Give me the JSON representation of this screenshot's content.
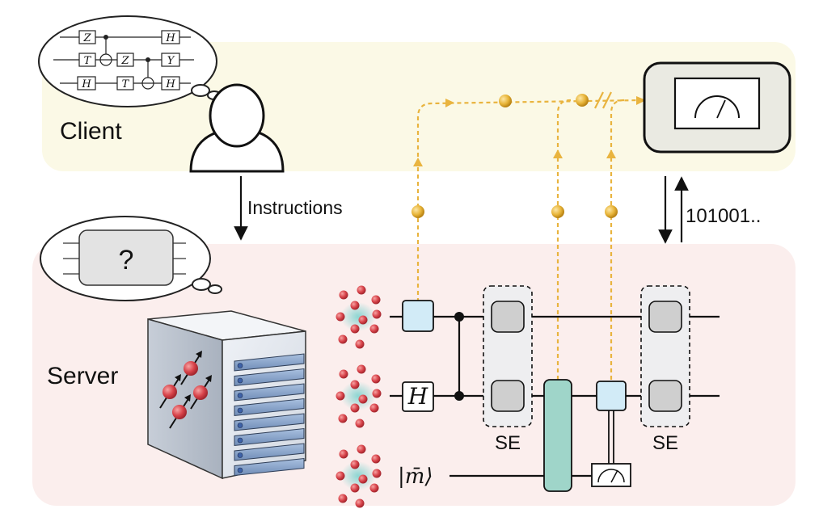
{
  "client": {
    "label": "Client",
    "thought_circuit": {
      "row1": [
        "Z",
        "H"
      ],
      "row2": [
        "T",
        "Z",
        "Y"
      ],
      "row3": [
        "H",
        "T",
        "H"
      ]
    }
  },
  "server": {
    "label": "Server",
    "thought_question": "?"
  },
  "arrows": {
    "instructions_label": "Instructions",
    "result_bits": "101001.."
  },
  "circuit": {
    "hadamard_label": "H",
    "ancilla_state": "|m̄⟩",
    "se_labels": [
      "SE",
      "SE"
    ]
  },
  "colors": {
    "client_region": "#fbf9e6",
    "server_region": "#fbeeed",
    "photon": "#e8b53a",
    "photon_path": "#e9b43f",
    "atom": "#d8434a",
    "atom_glow": "#7fd3cf",
    "gate_blue": "#d2ebf7",
    "gate_teal": "#9fd5c9",
    "se_gate": "#cfcfcf"
  }
}
